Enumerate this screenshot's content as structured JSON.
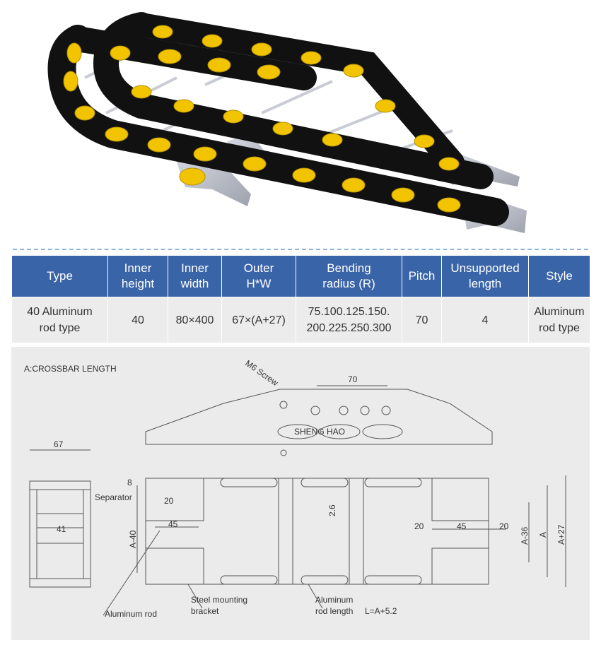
{
  "table": {
    "headers": [
      "Type",
      "Inner\nheight",
      "Inner\nwidth",
      "Outer\nH*W",
      "Bending\nradius (R)",
      "Pitch",
      "Unsupported\nlength",
      "Style"
    ],
    "row": [
      "40 Aluminum\nrod type",
      "40",
      "80×400",
      "67×(A+27)",
      "75.100.125.150.\n200.225.250.300",
      "70",
      "4",
      "Aluminum\nrod type"
    ]
  },
  "diagram": {
    "title": "A:CROSSBAR LENGTH",
    "m6_screw": "M6 Screw",
    "dim_70": "70",
    "dim_67": "67",
    "dim_8": "8",
    "dim_20a": "20",
    "dim_45a": "45",
    "dim_41": "41",
    "dim_a40": "A-40",
    "dim_26": "2.6",
    "dim_20b": "20",
    "dim_45b": "45",
    "dim_20c": "20",
    "dim_a36": "A-36",
    "dim_a": "A",
    "dim_a27": "A+27",
    "separator": "Separator",
    "aluminum_rod": "Aluminum rod",
    "steel_bracket_1": "Steel mounting",
    "steel_bracket_2": "bracket",
    "rod_length_1": "Aluminum",
    "rod_length_2": "rod length",
    "rod_formula": "L=A+5.2",
    "brand_mark": "SHENG HAO"
  },
  "colors": {
    "header_bg": "#3a64a8",
    "cell_bg": "#ececec",
    "diagram_bg": "#ebebeb",
    "chain_black": "#111111",
    "chain_yellow": "#f2c400",
    "bracket_steel": "#b9bcc6"
  }
}
